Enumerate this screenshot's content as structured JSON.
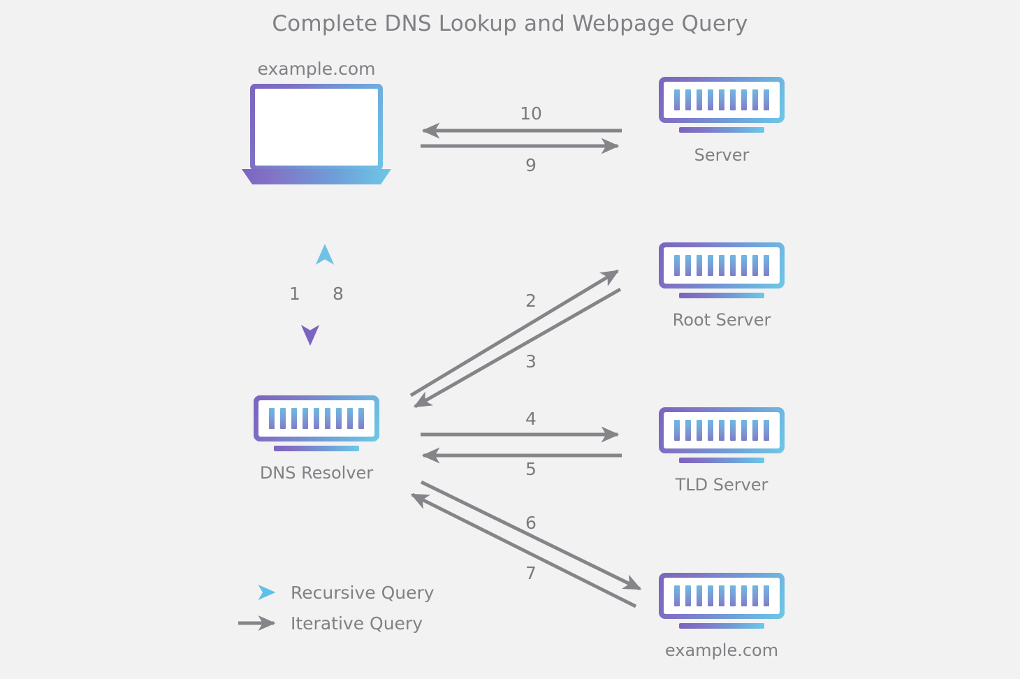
{
  "title": "Complete DNS Lookup and Webpage Query",
  "colors": {
    "background": "#f2f2f2",
    "text_gray": "#808085",
    "arrow_gray": "#848489",
    "gradient_purple": "#7b64c0",
    "gradient_blue": "#6ec8e7"
  },
  "nodes": {
    "client": {
      "label": "example.com",
      "icon": "laptop-icon"
    },
    "web_server": {
      "label": "Server",
      "icon": "server-icon"
    },
    "resolver": {
      "label": "DNS Resolver",
      "icon": "server-icon"
    },
    "root_server": {
      "label": "Root Server",
      "icon": "server-icon"
    },
    "tld_server": {
      "label": "TLD Server",
      "icon": "server-icon"
    },
    "authoritative_server": {
      "label": "example.com",
      "icon": "server-icon"
    }
  },
  "steps": [
    {
      "num": "1",
      "from": "client",
      "to": "resolver",
      "kind": "recursive",
      "direction": "down"
    },
    {
      "num": "2",
      "from": "resolver",
      "to": "root_server",
      "kind": "iterative",
      "direction": "up-right"
    },
    {
      "num": "3",
      "from": "root_server",
      "to": "resolver",
      "kind": "iterative",
      "direction": "down-left"
    },
    {
      "num": "4",
      "from": "resolver",
      "to": "tld_server",
      "kind": "iterative",
      "direction": "right"
    },
    {
      "num": "5",
      "from": "tld_server",
      "to": "resolver",
      "kind": "iterative",
      "direction": "left"
    },
    {
      "num": "6",
      "from": "resolver",
      "to": "authoritative_server",
      "kind": "iterative",
      "direction": "down-right"
    },
    {
      "num": "7",
      "from": "authoritative_server",
      "to": "resolver",
      "kind": "iterative",
      "direction": "up-left"
    },
    {
      "num": "8",
      "from": "resolver",
      "to": "client",
      "kind": "recursive",
      "direction": "up"
    },
    {
      "num": "9",
      "from": "client",
      "to": "web_server",
      "kind": "iterative",
      "direction": "right"
    },
    {
      "num": "10",
      "from": "web_server",
      "to": "client",
      "kind": "iterative",
      "direction": "left"
    }
  ],
  "legend": {
    "items": [
      {
        "label": "Recursive Query",
        "swatch": "gradient-arrow-icon"
      },
      {
        "label": "Iterative Query",
        "swatch": "gray-arrow-icon"
      }
    ]
  }
}
